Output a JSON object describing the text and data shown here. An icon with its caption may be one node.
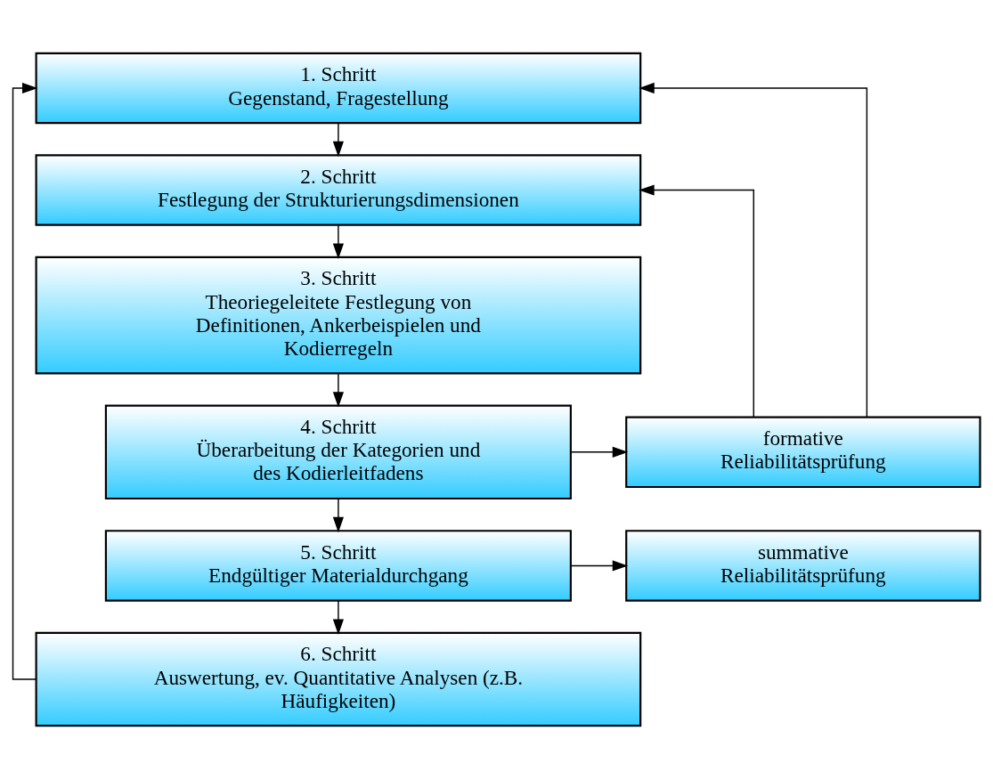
{
  "diagram": {
    "nodes": [
      {
        "text": [
          "1. Schritt",
          "Gegenstand, Fragestellung"
        ]
      },
      {
        "text": [
          "2. Schritt",
          "Festlegung der Strukturierungsdimensionen"
        ]
      },
      {
        "text": [
          "3. Schritt",
          "Theoriegeleitete Festlegung von Definitionen, Ankerbeispielen und Kodierregeln"
        ]
      },
      {
        "text": [
          "4. Schritt",
          "Überarbeitung der Kategorien und des Kodierleitfadens"
        ]
      },
      {
        "text": [
          "5. Schritt",
          "Endgültiger Materialdurchgang"
        ]
      },
      {
        "text": [
          "6. Schritt",
          "Auswertung, ev. Quantitative Analysen (z.B. Häufigkeiten)"
        ]
      },
      {
        "text": [
          "formative Reliabilitätsprüfung"
        ]
      },
      {
        "text": [
          "summative Reliabilitätsprüfung"
        ]
      }
    ],
    "edges": [
      {
        "from": 0,
        "to": 1,
        "arrow": "to"
      },
      {
        "from": 1,
        "to": 2,
        "arrow": "to"
      },
      {
        "from": 2,
        "to": 3,
        "arrow": "to"
      },
      {
        "from": 3,
        "to": 4,
        "arrow": "to"
      },
      {
        "from": 4,
        "to": 5,
        "arrow": "to"
      },
      {
        "from": 3,
        "to": 6,
        "arrow": "to"
      },
      {
        "from": 4,
        "to": 7,
        "arrow": "to"
      },
      {
        "from": 6,
        "to": 0,
        "arrow": "to"
      },
      {
        "from": 6,
        "to": 1,
        "arrow": "to"
      },
      {
        "from": 5,
        "to": 0,
        "arrow": "to"
      }
    ]
  }
}
